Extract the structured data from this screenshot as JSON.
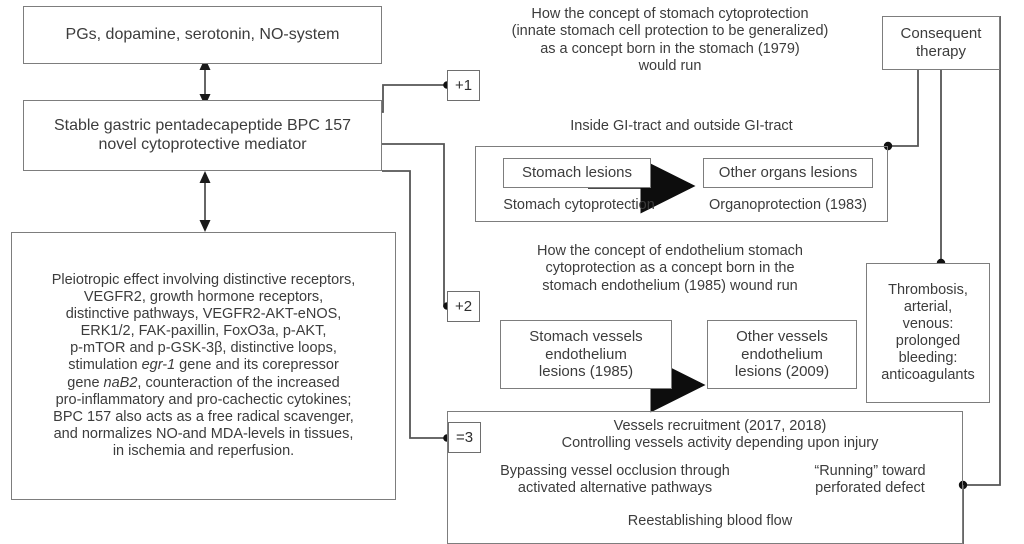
{
  "diagram": {
    "title": "BPC 157 cytoprotection concept flow",
    "line_color": "#555555",
    "box_border_color": "#7d7d7d",
    "text_color": "#3c3c3c",
    "arrow_color": "#111111"
  },
  "boxes": {
    "mediators": {
      "text": "PGs, dopamine, serotonin, NO-system"
    },
    "bpc": {
      "line1": "Stable gastric pentadecapeptide BPC 157",
      "line2": "novel cytoprotective mediator"
    },
    "pleiotropic": {
      "l1": "Pleiotropic effect involving distinctive receptors,",
      "l2": "VEGFR2, growth hormone receptors,",
      "l3": "distinctive pathways, VEGFR2-AKT-eNOS,",
      "l4": "ERK1/2, FAK-paxillin, FoxO3a, p-AKT,",
      "l5": "p-mTOR and p-GSK-3β, distinctive loops,",
      "l6a": "stimulation ",
      "l6b": "egr-1",
      "l6c": " gene and its corepressor",
      "l7a": "gene ",
      "l7b": "naB2",
      "l7c": ", counteraction of the increased",
      "l8": "pro-inflammatory and pro-cachectic cytokines;",
      "l9": "BPC 157 also acts as a free radical scavenger,",
      "l10": "and normalizes NO-and MDA-levels in tissues,",
      "l11": "in ischemia and reperfusion."
    },
    "consequent_therapy": {
      "line1": "Consequent",
      "line2": "therapy"
    },
    "thrombosis": {
      "l1": "Thrombosis,",
      "l2": "arterial,",
      "l3": "venous:",
      "l4": "prolonged",
      "l5": "bleeding:",
      "l6": "anticoagulants"
    },
    "stomach_lesions": {
      "text": "Stomach lesions"
    },
    "other_organs_lesions": {
      "text": "Other organs lesions"
    },
    "stomach_vessels": {
      "l1": "Stomach vessels",
      "l2": "endothelium",
      "l3": "lesions (1985)"
    },
    "other_vessels": {
      "l1": "Other vessels",
      "l2": "endothelium",
      "l3": "lesions (2009)"
    }
  },
  "markers": {
    "plus_one": "+1",
    "plus_two": "+2",
    "equals_three": "=3"
  },
  "captions": {
    "branch1": {
      "l1": "How the concept of stomach cytoprotection",
      "l2": "(innate stomach cell protection to be generalized)",
      "l3": "as a concept born in the stomach (1979)",
      "l4": "would run"
    },
    "gi_tract_header": "Inside GI-tract and outside GI-tract",
    "stomach_cytoprotection": "Stomach cytoprotection",
    "organoprotection": "Organoprotection (1983)",
    "branch2": {
      "l1": "How the concept of endothelium stomach",
      "l2": "cytoprotection as a concept born in the",
      "l3": "stomach endothelium (1985) wound run"
    },
    "branch3": {
      "l1": "Vessels recruitment (2017, 2018)",
      "l2": "Controlling vessels activity depending upon injury",
      "bypass_l1": "Bypassing vessel occlusion through",
      "bypass_l2": "activated alternative pathways",
      "running_l1": "“Running” toward",
      "running_l2": "perforated defect",
      "reestablish": "Reestablishing blood flow"
    }
  }
}
